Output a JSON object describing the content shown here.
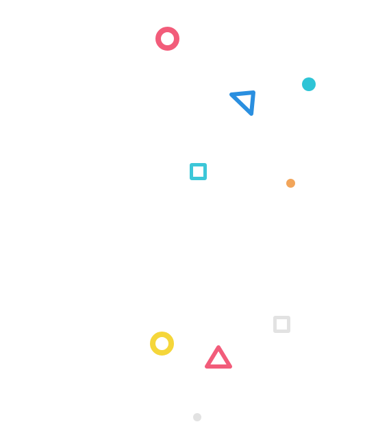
{
  "shapes": [
    {
      "name": "ring-shape-pink",
      "kind": "ring",
      "color": "#f25c7a"
    },
    {
      "name": "dot-shape-cyan",
      "kind": "dot",
      "color": "#2ec4d6"
    },
    {
      "name": "triangle-outline-shape-blue",
      "kind": "triangle-outline",
      "color": "#2a8fe0"
    },
    {
      "name": "square-outline-shape-teal",
      "kind": "square-outline",
      "color": "#3cc7d8"
    },
    {
      "name": "dot-shape-orange",
      "kind": "dot",
      "color": "#f2a55a"
    },
    {
      "name": "square-outline-shape-gray",
      "kind": "square-outline",
      "color": "#e2e2e2"
    },
    {
      "name": "ring-shape-yellow",
      "kind": "ring",
      "color": "#f5d63a"
    },
    {
      "name": "triangle-outline-shape-pink",
      "kind": "triangle-outline",
      "color": "#f25c7a"
    },
    {
      "name": "dot-shape-gray",
      "kind": "dot",
      "color": "#e2e2e2"
    }
  ]
}
